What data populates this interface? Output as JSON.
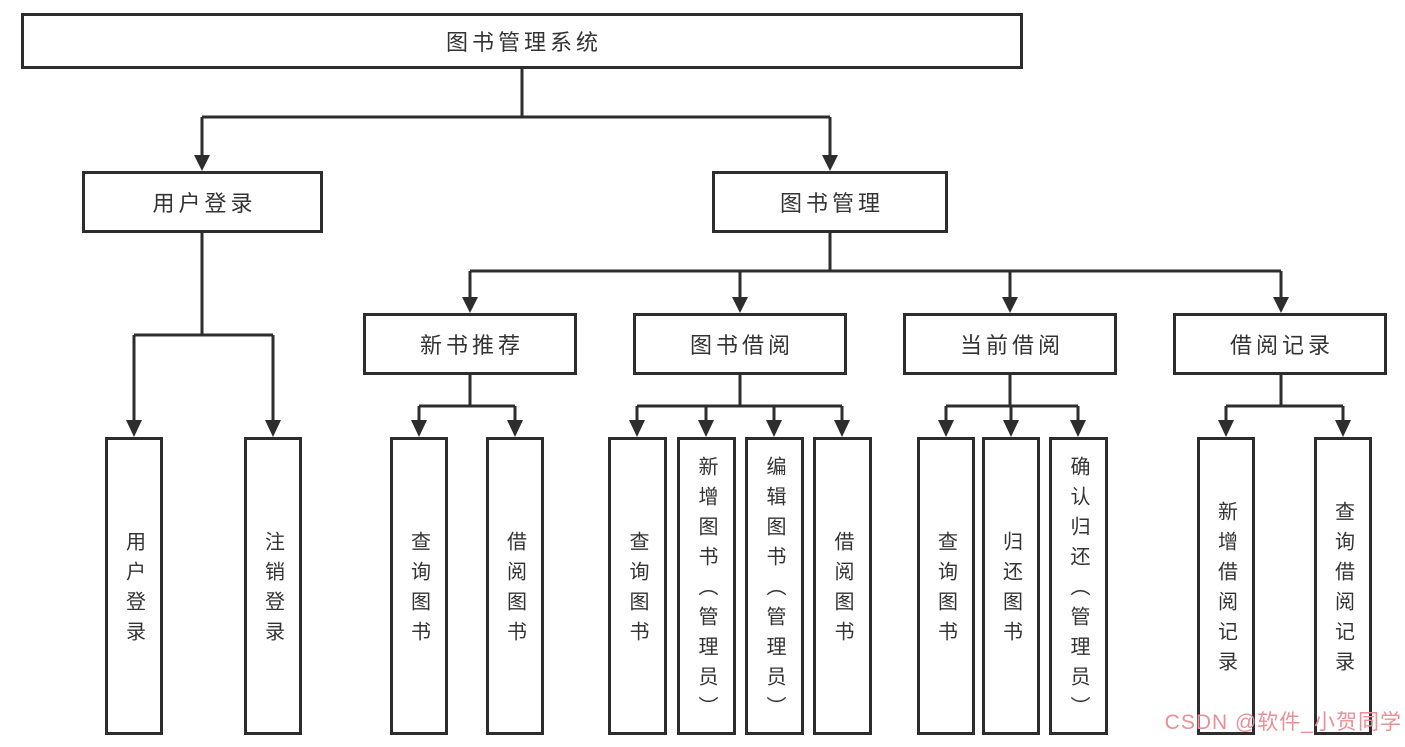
{
  "diagram": {
    "title": "图书管理系统",
    "children": [
      {
        "label": "用户登录",
        "children": [
          {
            "label": "用户登录"
          },
          {
            "label": "注销登录"
          }
        ]
      },
      {
        "label": "图书管理",
        "children": [
          {
            "label": "新书推荐",
            "children": [
              {
                "label": "查询图书"
              },
              {
                "label": "借阅图书"
              }
            ]
          },
          {
            "label": "图书借阅",
            "children": [
              {
                "label": "查询图书"
              },
              {
                "label": "新增图书（管理员）"
              },
              {
                "label": "编辑图书（管理员）"
              },
              {
                "label": "借阅图书"
              }
            ]
          },
          {
            "label": "当前借阅",
            "children": [
              {
                "label": "查询图书"
              },
              {
                "label": "归还图书"
              },
              {
                "label": "确认归还（管理员）"
              }
            ]
          },
          {
            "label": "借阅记录",
            "children": [
              {
                "label": "新增借阅记录"
              },
              {
                "label": "查询借阅记录"
              }
            ]
          }
        ]
      }
    ]
  },
  "watermark": {
    "text": "CSDN @软件_小贺同学"
  },
  "colors": {
    "line": "#2d2d2d",
    "text": "#333333",
    "watermark": "#e98f96",
    "background": "#ffffff"
  }
}
